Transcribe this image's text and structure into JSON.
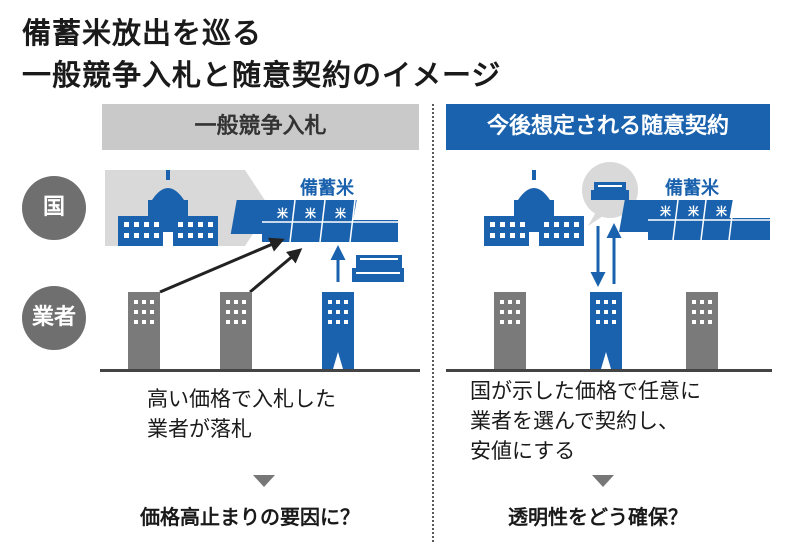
{
  "title": {
    "line1": "備蓄米放出を巡る",
    "line2": "一般競争入札と随意契約のイメージ"
  },
  "row_labels": {
    "country": "国",
    "businesses": "業者"
  },
  "left_panel": {
    "header": "一般競争入札",
    "rice_label": "備蓄米",
    "description": [
      "高い価格で入札した",
      "業者が落札"
    ],
    "conclusion": "価格高止まりの要因に？"
  },
  "right_panel": {
    "header": "今後想定される随意契約",
    "rice_label": "備蓄米",
    "description": [
      "国が示した価格で任意に",
      "業者を選んで契約し、",
      "安値にする"
    ],
    "conclusion": "透明性をどう確保？"
  },
  "colors": {
    "accent_blue": "#1a62ad",
    "gray_building": "#7a7a7a",
    "header_gray": "#c9c9c9"
  }
}
